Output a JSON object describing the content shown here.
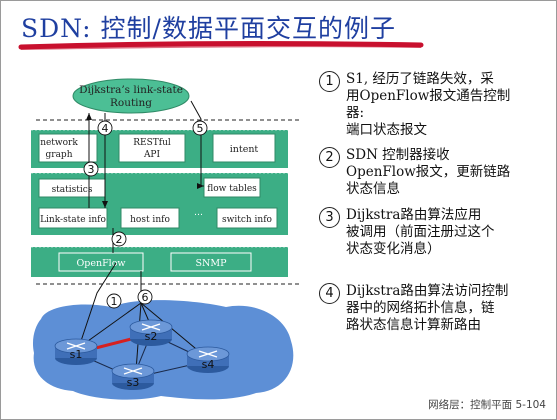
{
  "title": "SDN: 控制/数据平面交互的例子",
  "diagram": {
    "routing_app": [
      "Dijkstra’s link-state",
      "Routing"
    ],
    "apps": [
      "network graph",
      "RESTful API",
      "intent"
    ],
    "controller_boxes": [
      "statistics",
      "flow tables",
      "Link-state info",
      "host info",
      "switch info"
    ],
    "protocols": [
      "OpenFlow",
      "SNMP"
    ],
    "switches": [
      "s1",
      "s2",
      "s3",
      "s4"
    ],
    "step_labels": [
      "1",
      "2",
      "3",
      "4",
      "5",
      "6"
    ],
    "colors": {
      "layer_green": "#3cae85",
      "box_fill": "#ffffff",
      "network_blue": "#5d8fd6",
      "router_blue": "#3f6fb8",
      "link_red": "#d62020",
      "title_underline": "#c8102e"
    }
  },
  "steps": [
    {
      "num": "1",
      "text": "S1, 经历了链路失效，采\n用OpenFlow报文通告控制\n器:\n端口状态报文"
    },
    {
      "num": "2",
      "text": "SDN 控制器接收\nOpenFlow报文，更新链路\n状态信息"
    },
    {
      "num": "3",
      "text": "Dijkstra路由算法应用\n被调用（前面注册过这个\n状态变化消息）"
    },
    {
      "num": "4",
      "text": "Dijkstra路由算法访问控制\n器中的网络拓扑信息，链\n路状态信息计算新路由"
    }
  ],
  "footer": "网络层：控制平面 5-104"
}
